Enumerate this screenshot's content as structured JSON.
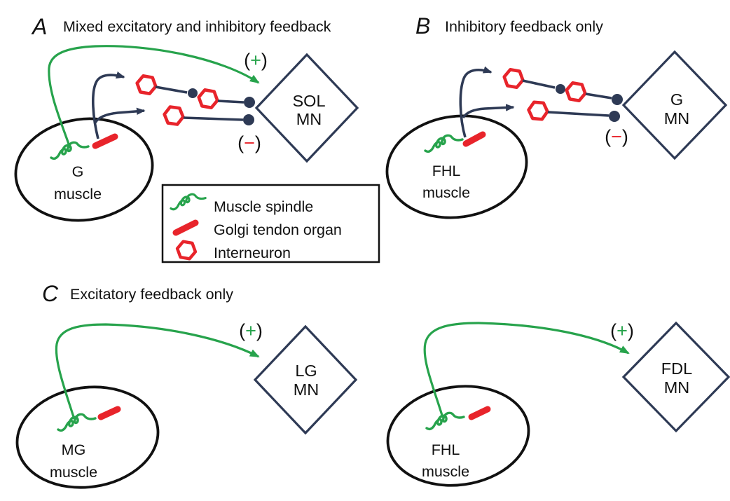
{
  "colors": {
    "excitatory_green": "#27a34c",
    "inhibitory_red": "#e8242b",
    "pathway_navy": "#2e3a55",
    "ink_black": "#111111",
    "background": "#ffffff"
  },
  "symbols": {
    "paren_open": "(",
    "plus": "+",
    "minus": "−",
    "paren_close": ")"
  },
  "panel_a": {
    "letter": "A",
    "title": "Mixed excitatory and inhibitory feedback",
    "muscle_line1": "G",
    "muscle_line2": "muscle",
    "mn_line1": "SOL",
    "mn_line2": "MN"
  },
  "panel_b": {
    "letter": "B",
    "title": "Inhibitory feedback only",
    "muscle_line1": "FHL",
    "muscle_line2": "muscle",
    "mn_line1": "G",
    "mn_line2": "MN"
  },
  "panel_c": {
    "letter": "C",
    "title": "Excitatory feedback only",
    "left": {
      "muscle_line1": "MG",
      "muscle_line2": "muscle",
      "mn_line1": "LG",
      "mn_line2": "MN"
    },
    "right": {
      "muscle_line1": "FHL",
      "muscle_line2": "muscle",
      "mn_line1": "FDL",
      "mn_line2": "MN"
    }
  },
  "legend": {
    "items": [
      {
        "icon": "muscle-spindle-icon",
        "label": "Muscle spindle"
      },
      {
        "icon": "golgi-tendon-organ-icon",
        "label": "Golgi tendon organ"
      },
      {
        "icon": "interneuron-icon",
        "label": "Interneuron"
      }
    ]
  }
}
